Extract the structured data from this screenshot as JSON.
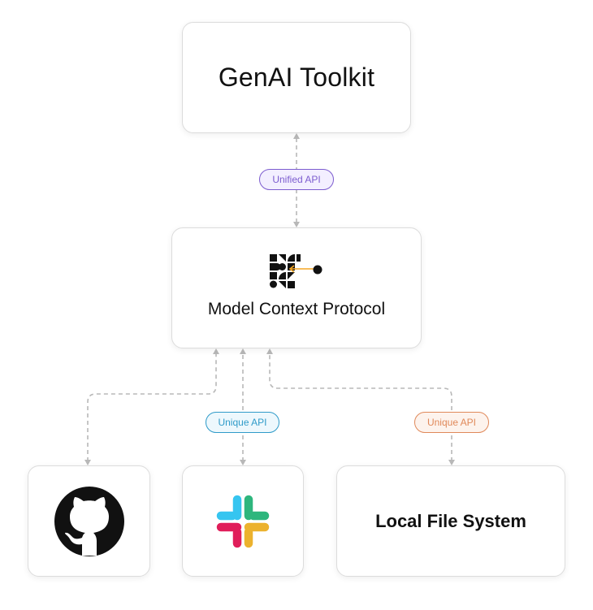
{
  "nodes": {
    "genai": {
      "label": "GenAI Toolkit"
    },
    "mcp": {
      "label": "Model Context Protocol"
    },
    "github": {
      "icon": "github-icon"
    },
    "slack": {
      "icon": "slack-icon"
    },
    "filesystem": {
      "label": "Local File System"
    }
  },
  "edges": {
    "unified": {
      "label": "Unified API",
      "color": "#7c5ccf",
      "bg": "#f3efff"
    },
    "unique_slack": {
      "label": "Unique API",
      "color": "#2f9bc9",
      "bg": "#edf8fd"
    },
    "unique_fs": {
      "label": "Unique API",
      "color": "#e0895a",
      "bg": "#fdf3ed"
    }
  },
  "colors": {
    "connector": "#b8b8b8",
    "slack_blue": "#36c5f0",
    "slack_green": "#2eb67d",
    "slack_yellow": "#ecb22e",
    "slack_red": "#e01e5a",
    "mcp_accent": "#f5a623"
  }
}
